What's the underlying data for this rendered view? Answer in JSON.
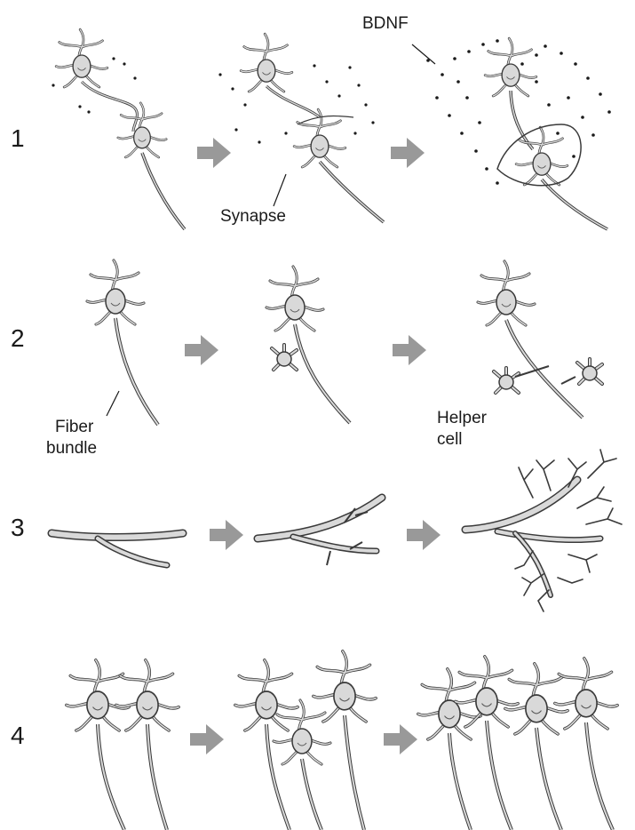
{
  "rows": [
    {
      "number": "1"
    },
    {
      "number": "2"
    },
    {
      "number": "3"
    },
    {
      "number": "4"
    }
  ],
  "labels": {
    "bdnf": "BDNF",
    "synapse": "Synapse",
    "fiber_line1": "Fiber",
    "fiber_line2": "bundle",
    "helper_line1": "Helper",
    "helper_line2": "cell"
  },
  "colors": {
    "arrow": "#999999",
    "cell_fill": "#d9d9d9",
    "cell_stroke": "#3a3a3a",
    "ink": "#1a1a1a"
  },
  "icons": {
    "arrow": "right-arrow"
  }
}
